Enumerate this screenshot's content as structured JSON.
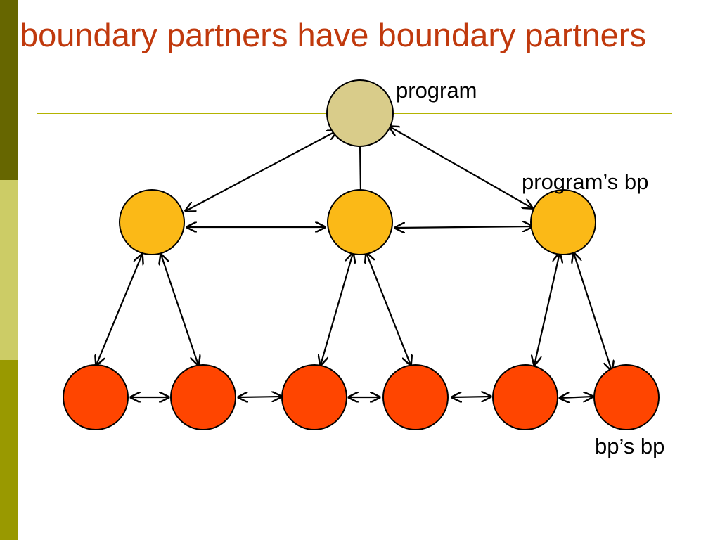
{
  "slide": {
    "title": "boundary partners have boundary partners"
  },
  "labels": {
    "program": "program",
    "programs_bp": "program’s bp",
    "bps_bp": "bp’s bp"
  },
  "colors": {
    "title": "#c0390d",
    "program_node": "#d9cc8a",
    "bp_node": "#fbb917",
    "bp_bp_node": "#ff4500",
    "accent_line": "#b3b300",
    "sidebar_dark": "#666600",
    "sidebar_light": "#cccc66",
    "sidebar_mid": "#999900"
  }
}
